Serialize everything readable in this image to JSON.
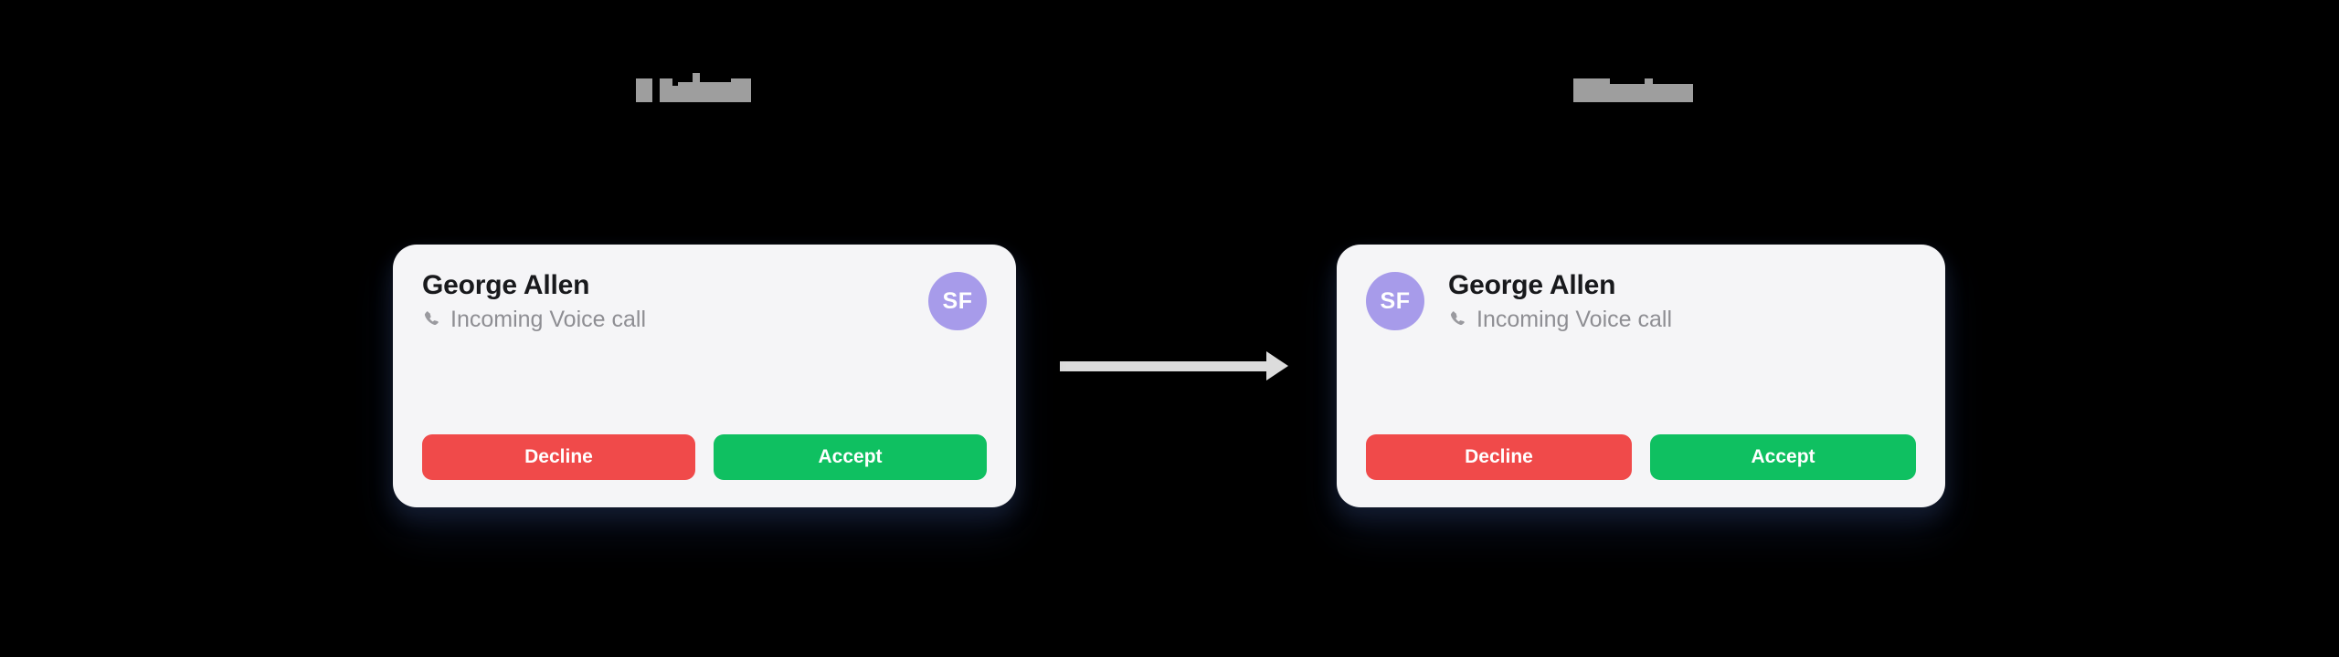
{
  "page": {
    "background": "#000000",
    "title": "Incoming call card — avatar placement variants"
  },
  "captions": {
    "left": {
      "text": "",
      "redacted": true,
      "color": "#9e9e9e"
    },
    "right": {
      "text": "",
      "redacted": true,
      "color": "#9e9e9e"
    }
  },
  "arrow": {
    "direction": "right",
    "color": "#dcdcdc",
    "label": "transforms-to-arrow"
  },
  "cards": [
    {
      "id": "card-left",
      "avatar_position": "right",
      "caller_name": "George Allen",
      "status_text": "Incoming Voice call",
      "status_icon": "phone-icon",
      "avatar_initials": "SF",
      "avatar_color": "#a79bea",
      "background": "#f5f5f7",
      "buttons": [
        {
          "label": "Decline",
          "color": "#f04a4a",
          "name": "decline-button"
        },
        {
          "label": "Accept",
          "color": "#0fc061",
          "name": "accept-button"
        }
      ]
    },
    {
      "id": "card-right",
      "avatar_position": "left",
      "caller_name": "George Allen",
      "status_text": "Incoming Voice call",
      "status_icon": "phone-icon",
      "avatar_initials": "SF",
      "avatar_color": "#a79bea",
      "background": "#f5f5f7",
      "buttons": [
        {
          "label": "Decline",
          "color": "#f04a4a",
          "name": "decline-button"
        },
        {
          "label": "Accept",
          "color": "#0fc061",
          "name": "accept-button"
        }
      ]
    }
  ]
}
